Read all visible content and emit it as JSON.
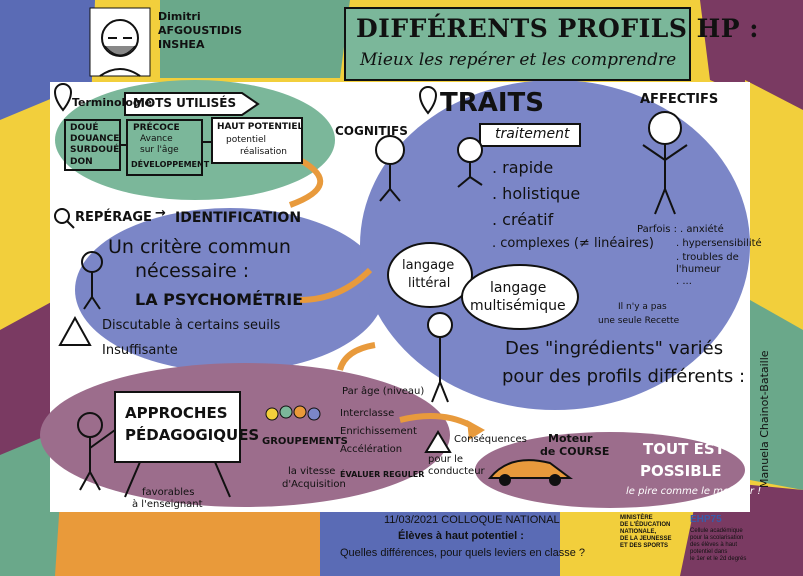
{
  "author": {
    "name": "Dimitri",
    "surname": "AFGOUSTIDIS",
    "affiliation": "INSHEA"
  },
  "title": {
    "line1": "DIFFÉRENTS PROFILS HP :",
    "line2": "Mieux les repérer et les comprendre"
  },
  "terminology": {
    "label": "Terminologie",
    "heading": "MOTS UTILISÉS",
    "col1": [
      "DOUÉ",
      "DOUANCE",
      "SURDOUÉ",
      "DON"
    ],
    "col2": {
      "line1": "PRÉCOCE",
      "line2": "Avance",
      "line3": "sur l'âge",
      "line4": "DÉVELOPPEMENT"
    },
    "col3": {
      "line1": "HAUT POTENTIEL",
      "line2": "potentiel",
      "line3": "réalisation"
    }
  },
  "reperage": {
    "heading": "REPÉRAGE",
    "arrow_target": "IDENTIFICATION",
    "line1": "Un critère commun",
    "line2": "nécessaire :",
    "line3": "LA PSYCHOMÉTRIE",
    "line4": "Discutable à certains seuils",
    "line5": "Insuffisante"
  },
  "traits": {
    "heading": "TRAITS",
    "cognitifs": "COGNITIFS",
    "affectifs": "AFFECTIFS",
    "traitement": "traitement",
    "items": [
      ". rapide",
      ". holistique",
      ". créatif",
      ". complexes (≠ linéaires)"
    ],
    "parfois": "Parfois :",
    "parfois_items": [
      ". anxiété",
      ". hypersensibilité",
      ". troubles de",
      "  l'humeur",
      ". ..."
    ],
    "langage1": {
      "line1": "langage",
      "line2": "littéral"
    },
    "langage2": {
      "line1": "langage",
      "line2": "multisémique"
    },
    "note1": "Il n'y a pas",
    "note2": "une seule Recette",
    "ingredients1": "Des \"ingrédients\" variés",
    "ingredients2": "pour des profils différents :"
  },
  "approches": {
    "heading1": "APPROCHES",
    "heading2": "PÉDAGOGIQUES",
    "favorables1": "favorables",
    "favorables2": "à l'enseignant",
    "groupements": "GROUPEMENTS",
    "branches": [
      "Par âge (niveau)",
      "Interclasse",
      "Enrichissement",
      "Accélération"
    ],
    "vitesse1": "la vitesse",
    "vitesse2": "d'Acquisition",
    "evaluer": "ÉVALUER REGULER"
  },
  "consequences": {
    "line1": "Conséquences",
    "line2": "pour le",
    "line3": "conducteur",
    "moteur1": "Moteur",
    "moteur2": "de COURSE"
  },
  "possible": {
    "line1": "TOUT EST",
    "line2": "POSSIBLE",
    "line3": "le pire comme le meilleur !"
  },
  "signature": "Manuela Chainot-Bataille",
  "footer": {
    "date": "11/03/2021 COLLOQUE NATIONAL",
    "event": "Élèves à haut potentiel :",
    "question": "Quelles différences, pour quels leviers en classe ?",
    "ministry": [
      "MINISTÈRE",
      "DE L'ÉDUCATION",
      "NATIONALE,",
      "DE LA JEUNESSE",
      "ET DES SPORTS"
    ],
    "ehp": "EHP75",
    "ehp_desc": [
      "Cellule académique",
      "pour la scolarisation",
      "des élèves à haut",
      "potentiel dans",
      "le 1er et le 2d degrés"
    ]
  },
  "colors": {
    "frame_purple": "#7a3a62",
    "frame_yellow": "#f2cf3c",
    "frame_blue": "#5a6bb5",
    "frame_green": "#6aa88a",
    "frame_orange": "#e99a3a",
    "blob_green": "#7bb79a",
    "blob_blue": "#7b86c7",
    "blob_purple": "#9c6d8c",
    "arrow_orange": "#e89a3c"
  }
}
